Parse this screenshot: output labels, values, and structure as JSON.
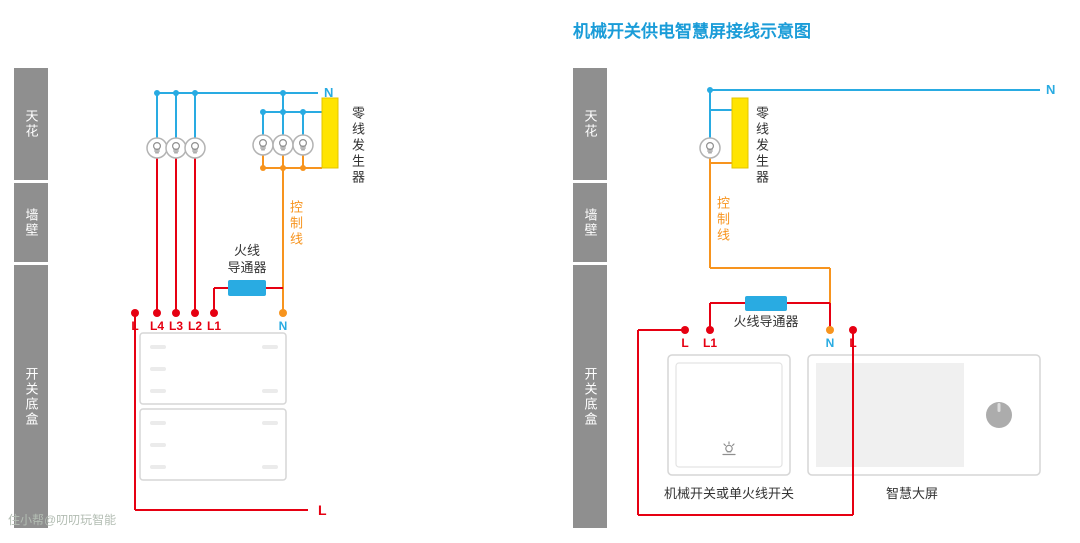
{
  "title": "机械开关供电智慧屏接线示意图",
  "watermark": "住小帮@叨叨玩智能",
  "colors": {
    "blue": "#29abe2",
    "red": "#e60012",
    "orange": "#f7941e",
    "yellow": "#ffe400",
    "gray_bar": "#8f8f8f",
    "title_text": "#1a9cd8",
    "panel_border": "#d6d6d6"
  },
  "wall_sections": [
    "天花",
    "墙壁",
    "开关底盒"
  ],
  "left": {
    "neutral_top": "N",
    "live_bottom": "L",
    "terminals": [
      "L",
      "L4",
      "L3",
      "L2",
      "L1",
      "N"
    ],
    "neutral_generator": "零线发生器",
    "control_line": "控制线",
    "live_conductor": [
      "火线",
      "导通器"
    ]
  },
  "right": {
    "neutral_top": "N",
    "terminals": [
      "L",
      "L1",
      "N",
      "L"
    ],
    "neutral_generator": "零线发生器",
    "control_line": "控制线",
    "live_conductor": "火线导通器",
    "switch_caption": "机械开关或单火线开关",
    "screen_caption": "智慧大屏"
  }
}
